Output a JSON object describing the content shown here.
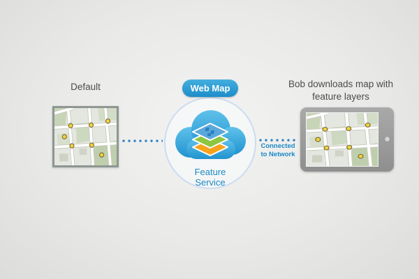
{
  "left": {
    "label": "Default"
  },
  "center": {
    "badge": "Web Map",
    "caption": "Feature Service"
  },
  "connection": {
    "label": "Connected to Network"
  },
  "right": {
    "caption": "Bob downloads map with feature layers"
  },
  "colors": {
    "accent_blue": "#1b8ac6",
    "cloud_blue": "#2f9fd6",
    "circle_stroke": "#ccdcf0",
    "dotted_line": "#2f7fbe",
    "poi_yellow": "#f4d23a",
    "text_gray": "#4c4c4c"
  }
}
